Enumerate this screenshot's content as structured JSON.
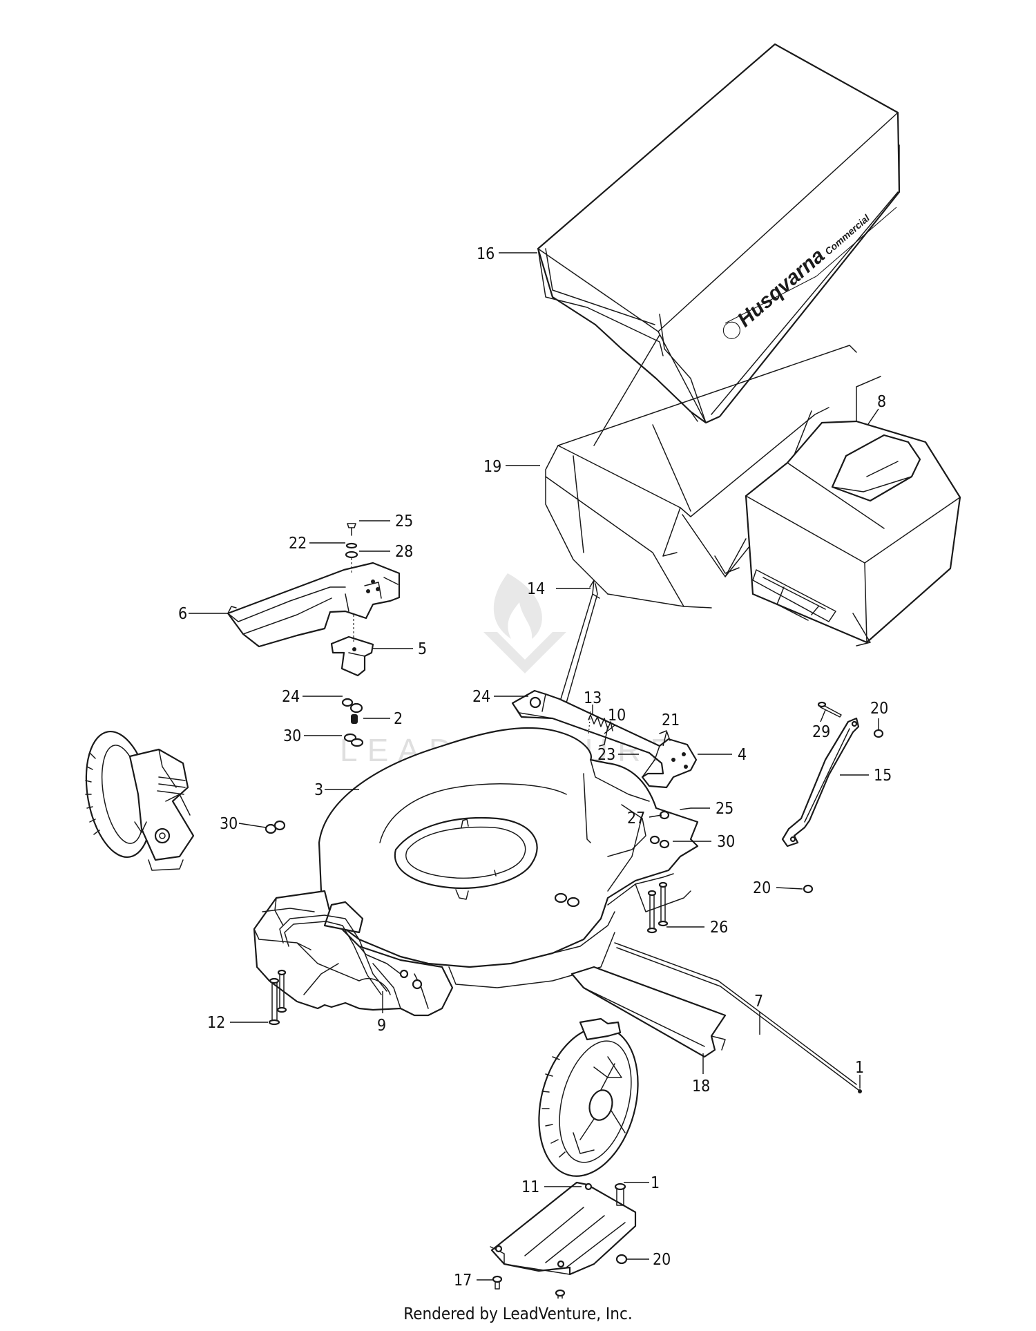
{
  "diagram": {
    "brand_logo": "Husqvarna",
    "brand_subtext": "Commercial",
    "watermark": "LEADVENTURE",
    "footer": "Rendered by LeadVenture, Inc.",
    "callouts": [
      "16",
      "19",
      "8",
      "25",
      "22",
      "28",
      "6",
      "5",
      "24",
      "2",
      "30",
      "14",
      "13",
      "10",
      "24",
      "21",
      "23",
      "4",
      "3",
      "27",
      "25",
      "30",
      "30",
      "29",
      "20",
      "15",
      "20",
      "26",
      "7",
      "12",
      "9",
      "18",
      "1",
      "11",
      "1",
      "20",
      "17"
    ]
  }
}
